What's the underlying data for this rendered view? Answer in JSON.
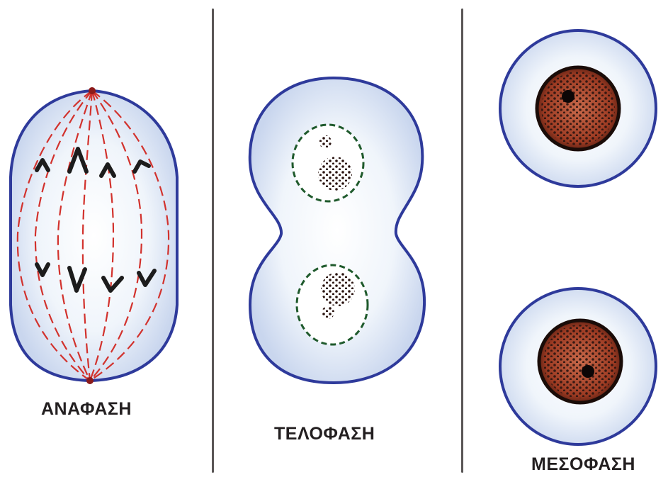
{
  "labels": {
    "anaphase": "ΑΝΑΦΑΣΗ",
    "telophase": "ΤΕΛΟΦΑΣΗ",
    "interphase": "ΜΕΣΟΦΑΣΗ"
  },
  "colors": {
    "membrane": "#2e3a9b",
    "cytoplasm": "#e3ecf7",
    "spindle_fibers": "#d2322d",
    "chromosomes": "#1c1c1c",
    "nucleus": "#a8432b",
    "nuclear_envelope": "#1f5a2c",
    "divider": "#5a5656"
  }
}
